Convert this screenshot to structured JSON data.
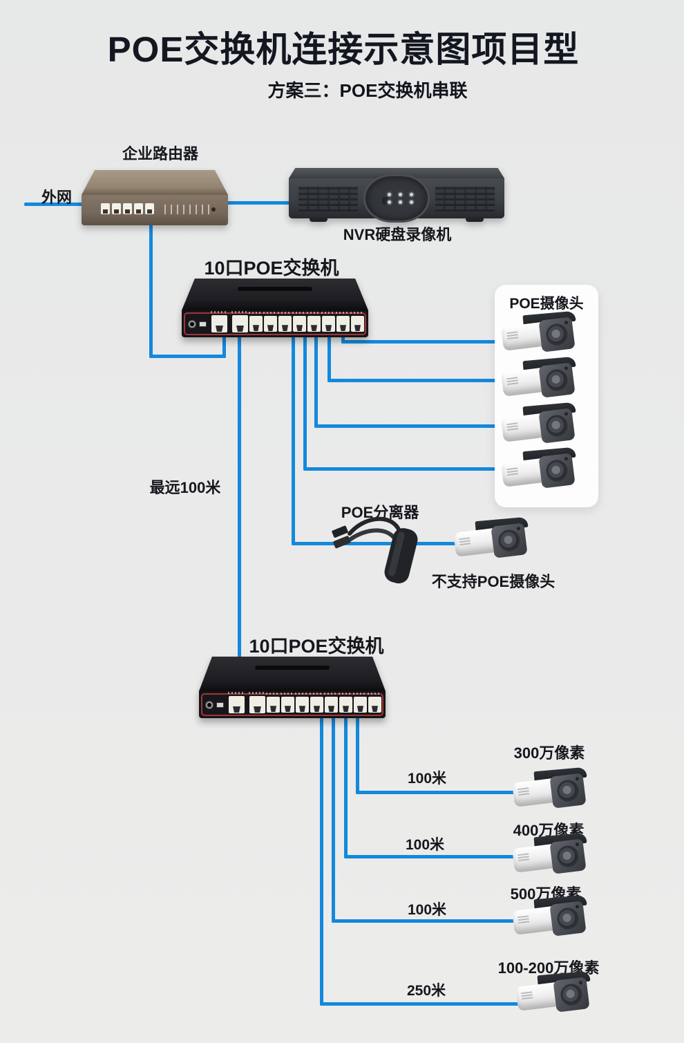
{
  "title": "POE交换机连接示意图项目型",
  "subtitle": "方案三：POE交换机串联",
  "wan": {
    "label": "外网"
  },
  "router": {
    "label": "企业路由器"
  },
  "nvr": {
    "label": "NVR硬盘录像机"
  },
  "switch1": {
    "label": "10口POE交换机",
    "lan_ports": 2,
    "poe_ports": 8
  },
  "switch2": {
    "label": "10口POE交换机",
    "lan_ports": 2,
    "poe_ports": 8
  },
  "poe_camera_group": {
    "label": "POE摄像头",
    "camera_count": 4
  },
  "trunk": {
    "label": "最远100米"
  },
  "splitter": {
    "label": "POE分离器"
  },
  "non_poe_camera": {
    "label": "不支持POE摄像头"
  },
  "bottom_cameras": [
    {
      "label": "300万像素",
      "distance": "100米"
    },
    {
      "label": "400万像素",
      "distance": "100米"
    },
    {
      "label": "500万像素",
      "distance": "100米"
    },
    {
      "label": "100-200万像素",
      "distance": "250米"
    }
  ],
  "colors": {
    "cable": "#1389dc",
    "background": "#e8e9e9",
    "switch_accent": "#a03636"
  }
}
